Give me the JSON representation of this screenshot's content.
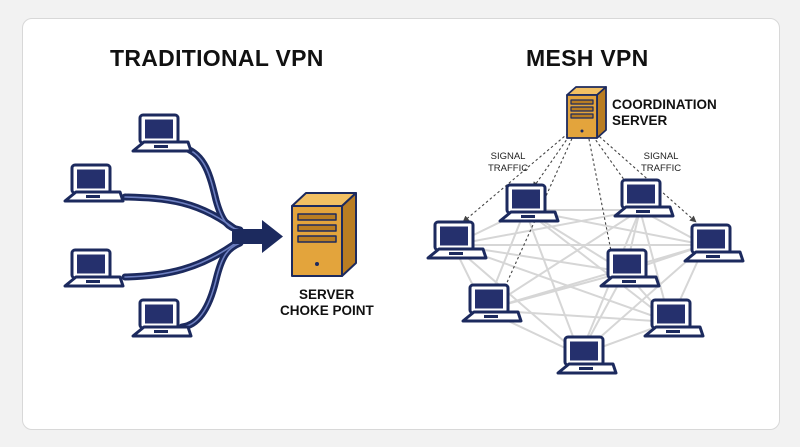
{
  "left_panel": {
    "title": "TRADITIONAL VPN",
    "server_label_line1": "SERVER",
    "server_label_line2": "CHOKE POINT"
  },
  "right_panel": {
    "title": "MESH VPN",
    "server_label_line1": "COORDINATION",
    "server_label_line2": "SERVER",
    "signal_left_line1": "SIGNAL",
    "signal_left_line2": "TRAFFIC",
    "signal_right_line1": "SIGNAL",
    "signal_right_line2": "TRAFFIC"
  },
  "colors": {
    "navy": "#1c2a5e",
    "screen": "#25306d",
    "server_orange": "#e3a43c",
    "server_dark": "#b97d22",
    "mesh_line": "#d6d6d6",
    "signal_line": "#444444"
  },
  "icons": [
    "laptop-icon",
    "server-icon",
    "arrow-icon"
  ]
}
